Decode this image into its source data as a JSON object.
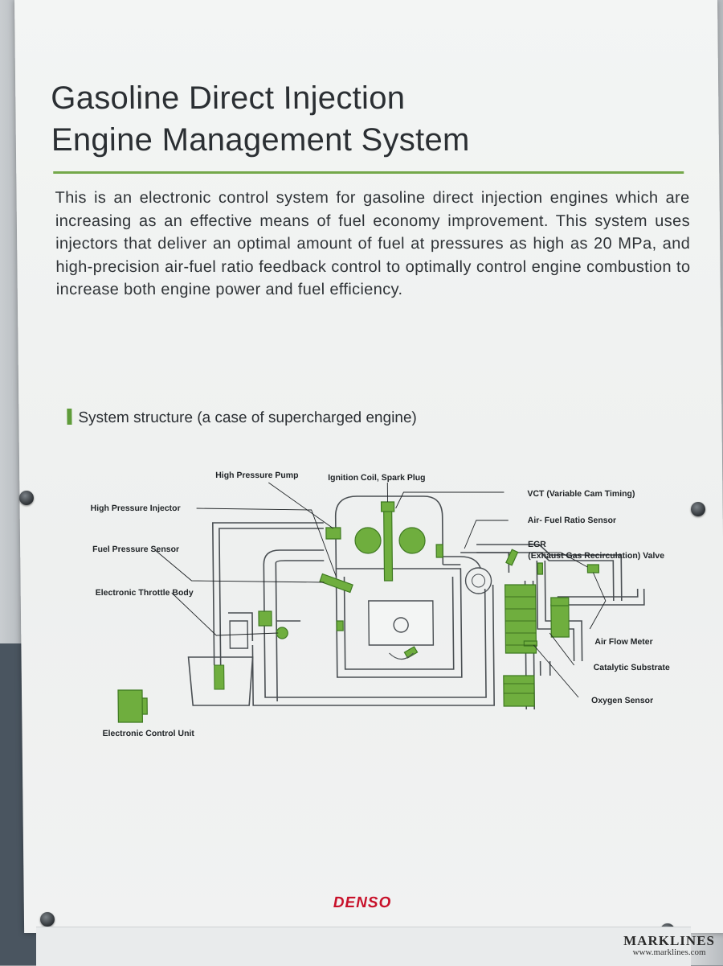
{
  "poster": {
    "title_line1": "Gasoline Direct Injection",
    "title_line2": "Engine Management System",
    "description": "This is an electronic control system for gasoline direct injection engines which are increasing as an effective means of fuel economy improvement. This system uses injectors that deliver an optimal amount of fuel at pressures as high as 20 MPa, and high-precision air-fuel ratio feedback control to optimally control engine combustion to increase both engine power and fuel efficiency.",
    "section_heading": "System structure (a case of supercharged engine)",
    "brand": "DENSO"
  },
  "diagram": {
    "labels": {
      "high_pressure_pump": "High Pressure Pump",
      "ignition_coil": "Ignition Coil, Spark Plug",
      "vct": "VCT (Variable Cam Timing)",
      "high_pressure_injector": "High Pressure Injector",
      "af_sensor": "Air- Fuel Ratio Sensor",
      "egr_line1": "EGR",
      "egr_line2": "(Exhaust Gas Recirculation) Valve",
      "fuel_pressure_sensor": "Fuel Pressure Sensor",
      "throttle": "Electronic Throttle Body",
      "air_flow_meter": "Air Flow Meter",
      "catalytic": "Catalytic Substrate",
      "oxygen_sensor": "Oxygen Sensor",
      "ecu": "Electronic Control Unit"
    },
    "colors": {
      "component_green": "#6fae3e",
      "component_dark": "#3f7a22",
      "line": "#4a4f53"
    }
  },
  "watermark": {
    "logo": "MARKLINES",
    "url": "www.marklines.com"
  }
}
